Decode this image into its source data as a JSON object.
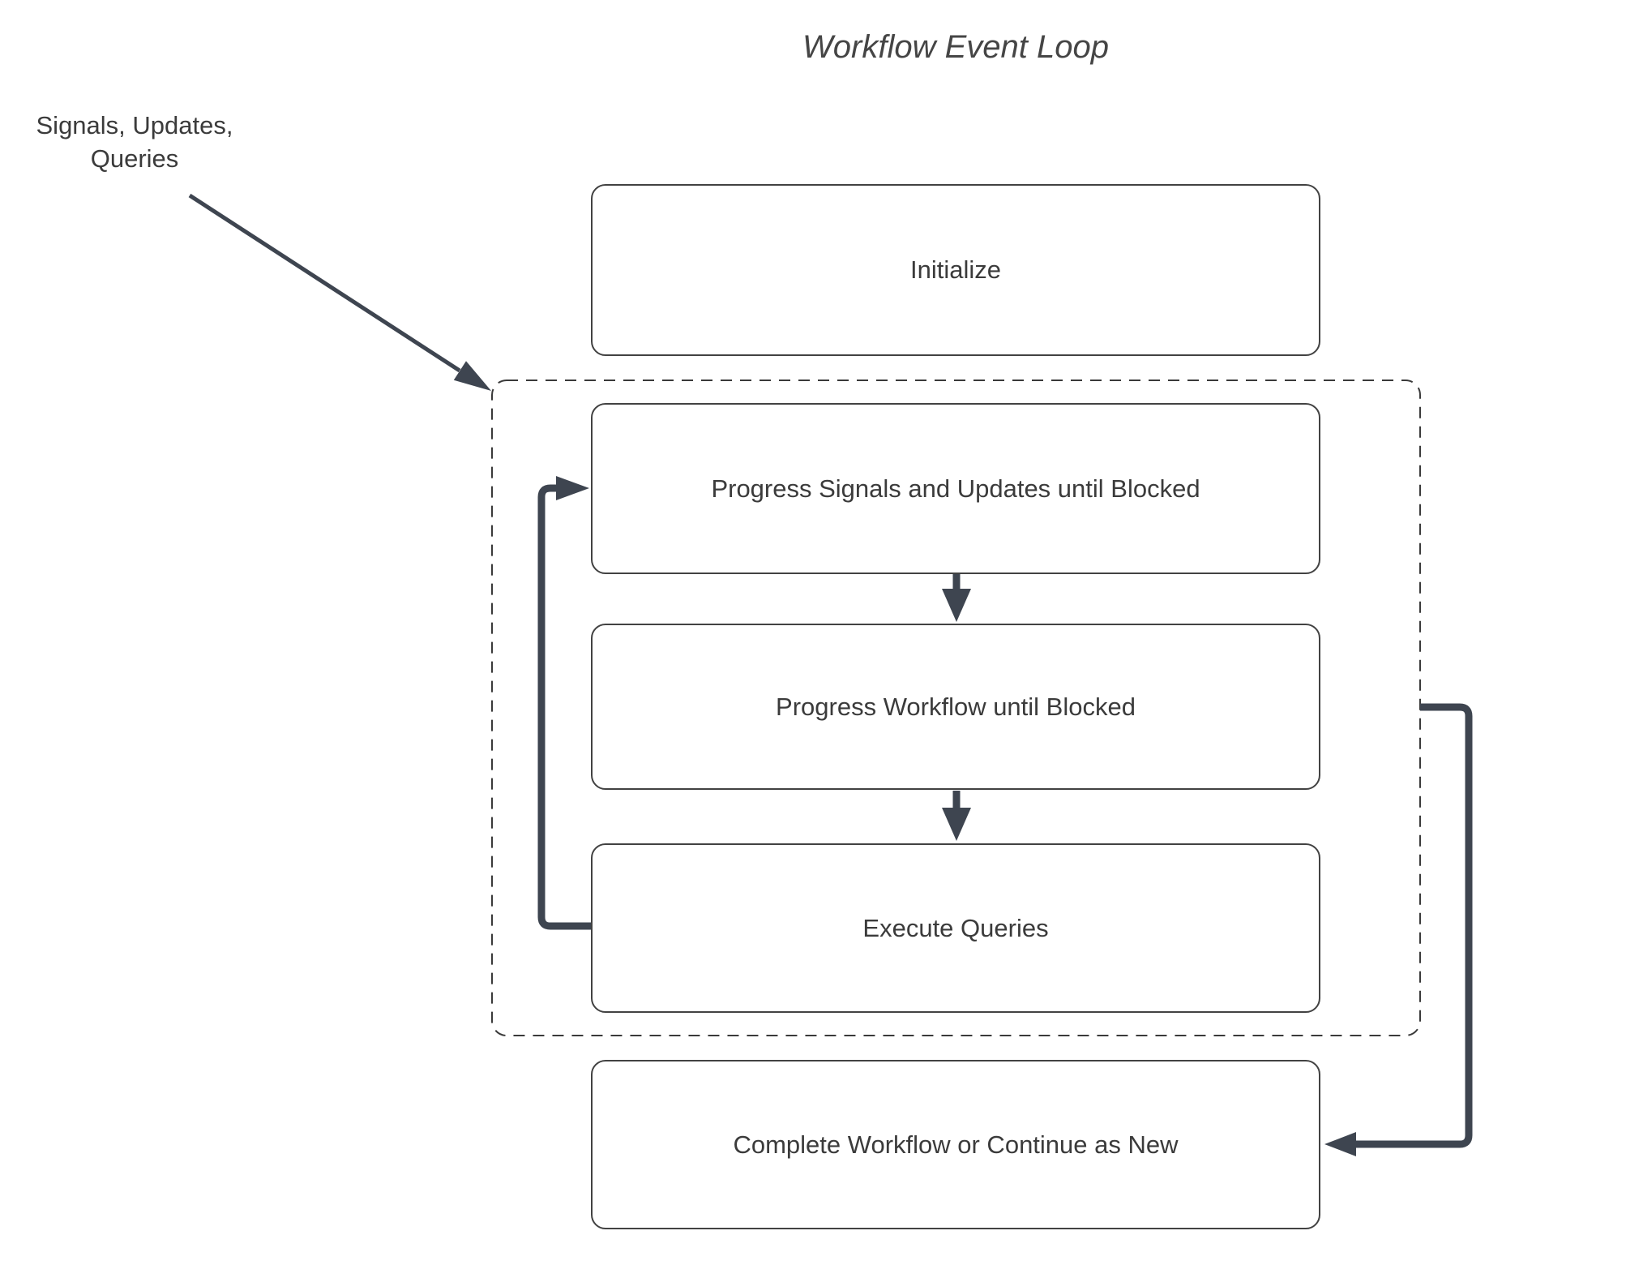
{
  "title": "Workflow Event Loop",
  "annotation": {
    "line1": "Signals, Updates,",
    "line2": "Queries"
  },
  "nodes": {
    "initialize": {
      "label": "Initialize"
    },
    "progress_signals": {
      "label": "Progress Signals and Updates until Blocked"
    },
    "progress_workflow": {
      "label": "Progress Workflow until Blocked"
    },
    "execute_queries": {
      "label": "Execute Queries"
    },
    "complete": {
      "label": "Complete Workflow or Continue as New"
    }
  },
  "edges": [
    {
      "from": "signals-updates-queries-annotation",
      "to": "event-loop-group",
      "style": "thin-diagonal-arrow"
    },
    {
      "from": "progress_signals",
      "to": "progress_workflow",
      "style": "down-arrow"
    },
    {
      "from": "progress_workflow",
      "to": "execute_queries",
      "style": "down-arrow"
    },
    {
      "from": "execute_queries",
      "to": "progress_signals",
      "style": "left-loop-elbow-arrow"
    },
    {
      "from": "event-loop-group",
      "to": "complete",
      "style": "right-elbow-arrow"
    }
  ],
  "colors": {
    "background": "#ffffff",
    "box_border": "#424242",
    "box_fill": "#ffffff",
    "text": "#3b3b3b",
    "arrow": "#3e4550",
    "dashed_border": "#3a3a3a"
  }
}
